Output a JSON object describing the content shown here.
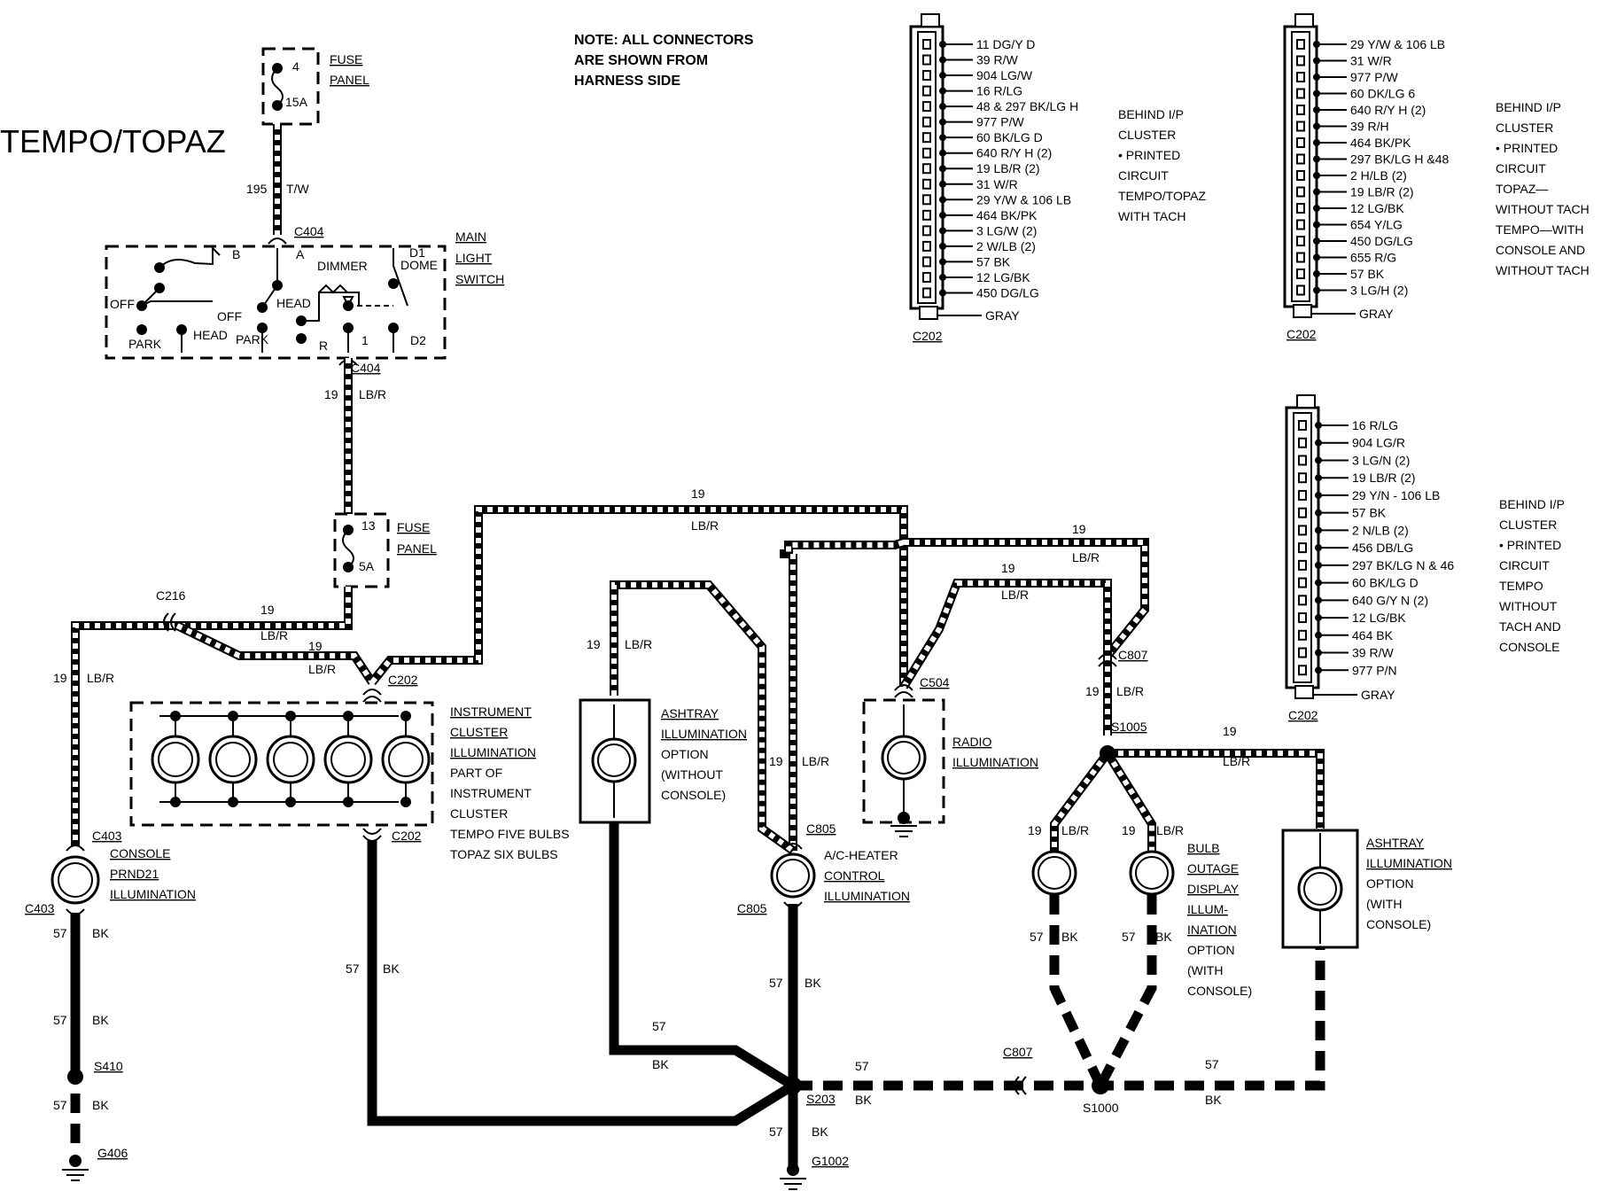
{
  "title": "TEMPO/TOPAZ",
  "note": [
    "NOTE: ALL CONNECTORS",
    "ARE SHOWN FROM",
    "HARNESS SIDE"
  ],
  "fuse_top": {
    "num": "4",
    "amp": "15A",
    "label": [
      "FUSE",
      "PANEL"
    ]
  },
  "fuse_mid": {
    "num": "13",
    "amp": "5A",
    "label": [
      "FUSE",
      "PANEL"
    ]
  },
  "wire_195": {
    "num": "195",
    "color": "T/W"
  },
  "switch": {
    "label": [
      "MAIN",
      "LIGHT",
      "SWITCH"
    ],
    "connector_top": "C404",
    "connector_bottom": "C404",
    "terms": {
      "a": "A",
      "b": "B",
      "d1": "D1",
      "dome": "DOME",
      "dimmer": "DIMMER",
      "off1": "OFF",
      "off2": "OFF",
      "head1": "HEAD",
      "head2": "HEAD",
      "park1": "PARK",
      "park2": "PARK",
      "r": "R",
      "one": "1",
      "d2": "D2"
    }
  },
  "wire_19": {
    "num": "19",
    "color": "LB/R"
  },
  "wire_57": {
    "num": "57",
    "color": "BK"
  },
  "connectors": {
    "c216": "C216",
    "c202a": "C202",
    "c202b": "C202",
    "c403a": "C403",
    "c403b": "C403",
    "c504": "C504",
    "c807a": "C807",
    "c807b": "C807",
    "c805a": "C805",
    "c805b": "C805",
    "s1005": "S1005",
    "s1000": "S1000",
    "s203": "S203",
    "s410": "S410",
    "g406": "G406",
    "g1002": "G1002"
  },
  "components": {
    "cluster": [
      "INSTRUMENT",
      "CLUSTER",
      "ILLUMINATION",
      "PART OF",
      "INSTRUMENT",
      "CLUSTER",
      "TEMPO FIVE BULBS",
      "TOPAZ SIX BULBS"
    ],
    "ashtray1": [
      "ASHTRAY",
      "ILLUMINATION",
      "OPTION",
      "(WITHOUT",
      "CONSOLE)"
    ],
    "radio": [
      "RADIO",
      "ILLUMINATION"
    ],
    "console": [
      "CONSOLE",
      "PRND21",
      "ILLUMINATION"
    ],
    "ac_heater": [
      "A/C-HEATER",
      "CONTROL",
      "ILLUMINATION"
    ],
    "bulb_outage": [
      "BULB",
      "OUTAGE",
      "DISPLAY",
      "ILLUM-",
      "INATION",
      "OPTION",
      "(WITH",
      "CONSOLE)"
    ],
    "ashtray2": [
      "ASHTRAY",
      "ILLUMINATION",
      "OPTION",
      "(WITH",
      "CONSOLE)"
    ]
  },
  "c202_panels": [
    {
      "pins": [
        "11  DG/Y D",
        "39  R/W",
        "904 LG/W",
        "16  R/LG",
        "48 & 297 BK/LG H",
        "977 P/W",
        "60  BK/LG D",
        "640 R/Y H (2)",
        "19  LB/R (2)",
        "31  W/R",
        "29 Y/W & 106 LB",
        "464 BK/PK",
        "3   LG/W (2)",
        "2   W/LB (2)",
        "57  BK",
        "12  LG/BK",
        "450 DG/LG"
      ],
      "housing": "GRAY",
      "name": "C202",
      "desc": [
        "BEHIND I/P",
        "CLUSTER",
        "• PRINTED",
        "CIRCUIT",
        "TEMPO/TOPAZ",
        "WITH TACH"
      ]
    },
    {
      "pins": [
        "29 Y/W & 106 LB",
        "31 W/R",
        "977 P/W",
        "60 DK/LG 6",
        "640 R/Y H (2)",
        "39 R/H",
        "464 BK/PK",
        "297 BK/LG H &48",
        "2 H/LB (2)",
        "19 LB/R (2)",
        "12 LG/BK",
        "654 Y/LG",
        "450 DG/LG",
        "655 R/G",
        "57 BK",
        "3 LG/H (2)"
      ],
      "housing": "GRAY",
      "name": "C202",
      "desc": [
        "BEHIND I/P",
        "CLUSTER",
        "• PRINTED",
        "CIRCUIT",
        "TOPAZ—",
        "WITHOUT TACH",
        "TEMPO—WITH",
        "CONSOLE AND",
        "WITHOUT TACH"
      ]
    },
    {
      "pins": [
        "16 R/LG",
        "904 LG/R",
        "3 LG/N (2)",
        "19 LB/R (2)",
        "29 Y/N - 106 LB",
        "57 BK",
        "2 N/LB (2)",
        "456 DB/LG",
        "297 BK/LG N & 46",
        "60 BK/LG D",
        "640 G/Y N (2)",
        "12 LG/BK",
        "464 BK",
        "39  R/W",
        "977 P/N"
      ],
      "housing": "GRAY",
      "name": "C202",
      "desc": [
        "BEHIND I/P",
        "CLUSTER",
        "• PRINTED",
        "CIRCUIT",
        "TEMPO",
        "WITHOUT",
        "TACH AND",
        "CONSOLE"
      ]
    }
  ]
}
